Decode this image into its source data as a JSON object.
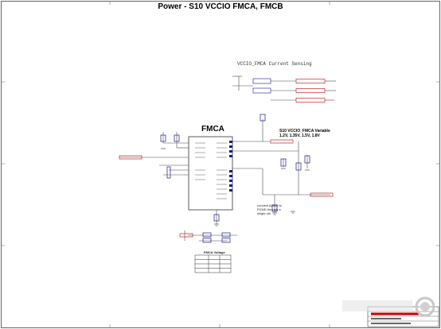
{
  "page": {
    "title": "Power - S10 VCCIO FMCA, FMCB"
  },
  "current_sense": {
    "heading": "VCCIO_FMCA Current Sensing"
  },
  "fmca_block": {
    "title": "FMCA"
  },
  "variable_note": {
    "line1": "S10 VCCIO_FMCA Variable",
    "line2": "1.2V, 1.35V, 1.5V, 1.8V"
  },
  "ground_note": {
    "line1": "connect AGND to",
    "line2": "PGND through a",
    "line3": "single via"
  },
  "voltage_table": {
    "title": "FMCA Voltage"
  },
  "colors": {
    "wire": "#4a4a4a",
    "netlabel": "#c00000",
    "component": "#1a1a8a",
    "border": "#555555",
    "titleblock_accent": "#cc0000"
  },
  "watermark": {
    "icon": "electron-fan-icon"
  }
}
